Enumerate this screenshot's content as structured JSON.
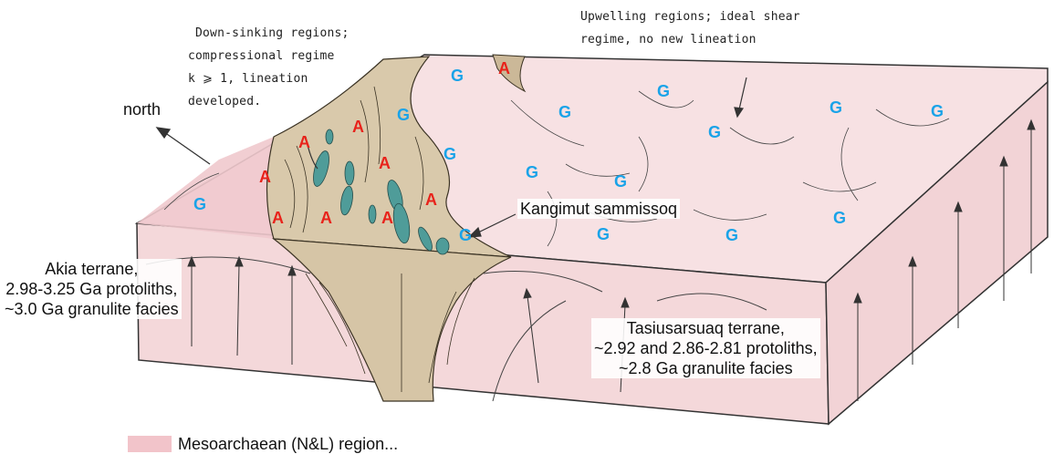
{
  "labels": {
    "north": "north",
    "downsinking": [
      "Down-sinking regions;",
      "compressional regime",
      "k ⩾ 1, lineation",
      "developed."
    ],
    "upwelling": [
      "Upwelling regions; ideal shear",
      "regime, no new lineation"
    ],
    "kangimut": "Kangimut sammissoq",
    "akia": [
      "Akia terrane,",
      "2.98-3.25 Ga protoliths,",
      "~3.0 Ga granulite facies"
    ],
    "tasiusarsuaq": [
      "Tasiusarsuaq terrane,",
      "~2.92 and 2.86-2.81 protoliths,",
      "~2.8 Ga granulite facies"
    ],
    "legend_partial": "Mesoarchaean (N&L) region..."
  },
  "markers": {
    "amphibolite": "A",
    "granulite": "G"
  },
  "colors": {
    "terrane_pink": "#f6dfe1",
    "terrane_pink_dark": "#eec9cd",
    "belt_tan": "#d8c9ad",
    "lens_teal": "#4c9a98",
    "marker_A": "#e8231b",
    "marker_G": "#1aa3e8"
  }
}
